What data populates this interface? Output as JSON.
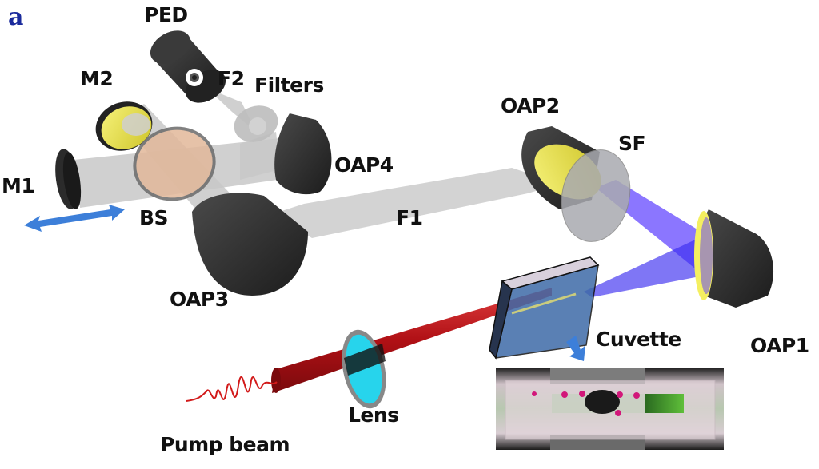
{
  "figure": {
    "panel_label": "a",
    "title": "THz time-domain emission setup (liquid cuvette)"
  },
  "labels": {
    "ped": "PED",
    "f2": "F2",
    "m2": "M2",
    "filters": "Filters",
    "oap2": "OAP2",
    "sf": "SF",
    "m1": "M1",
    "oap4": "OAP4",
    "bs": "BS",
    "f1": "F1",
    "oap3": "OAP3",
    "oap1": "OAP1",
    "cuvette": "Cuvette",
    "lens": "Lens",
    "pump_beam": "Pump beam"
  },
  "colors": {
    "mount_dark": "#2a2a2a",
    "mirror_gold": "#e6e04a",
    "thz_beam_gray": "#c8c8c8",
    "thz_beam_violet": "#5a3cff",
    "pump_red": "#c0141a",
    "lens_cyan": "#27d4ec",
    "arrow_blue": "#3d7fd9",
    "panel_label_blue": "#1a2a9c",
    "beamsplitter_tan": "#e2b89a",
    "cuvette_blue": "#3e6aa8"
  }
}
